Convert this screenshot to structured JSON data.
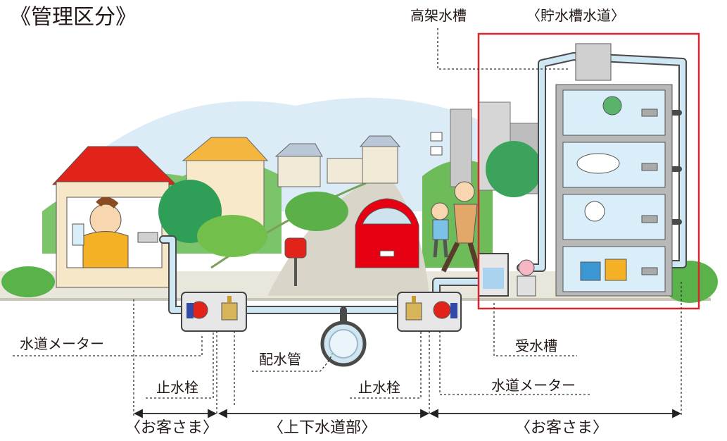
{
  "title": "《管理区分》",
  "labels": {
    "elevated_tank": "高架水槽",
    "storage_tank_water": "〈貯水槽水道〉",
    "water_meter_left": "水道メーター",
    "stop_valve_left": "止水栓",
    "distribution_pipe": "配水管",
    "stop_valve_right": "止水栓",
    "receiving_tank": "受水槽",
    "water_meter_right": "水道メーター"
  },
  "sections": {
    "customer_left": "〈お客さま〉",
    "waterworks": "〈上下水道部〉",
    "customer_right": "〈お客さま〉"
  },
  "colors": {
    "highlight_frame": "#d7262f",
    "pipe": "#cfe6f3",
    "roof_red": "#e2231a",
    "car": "#e60012"
  }
}
